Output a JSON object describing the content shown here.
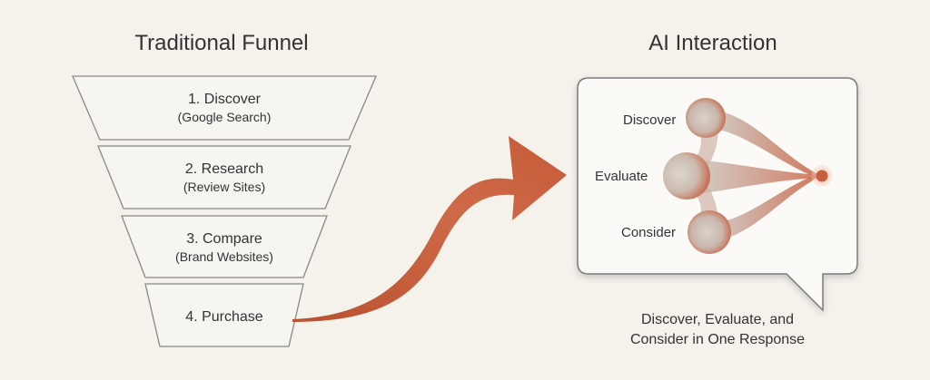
{
  "left": {
    "title": "Traditional Funnel",
    "stages": [
      {
        "main": "1. Discover",
        "sub": "(Google Search)"
      },
      {
        "main": "2. Research",
        "sub": "(Review Sites)"
      },
      {
        "main": "3. Compare",
        "sub": "(Brand Websites)"
      },
      {
        "main": "4. Purchase",
        "sub": ""
      }
    ]
  },
  "right": {
    "title": "AI Interaction",
    "nodes": {
      "discover": "Discover",
      "evaluate": "Evaluate",
      "consider": "Consider"
    },
    "caption_line1": "Discover, Evaluate, and",
    "caption_line2": "Consider in One Response"
  },
  "colors": {
    "background": "#f5f2ec",
    "accent": "#c8603f",
    "panel": "#fbfaf7",
    "border": "#7a7a7a"
  }
}
